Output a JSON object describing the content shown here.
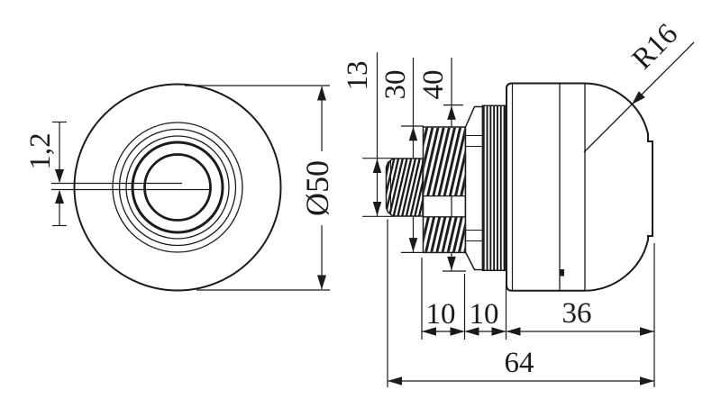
{
  "drawing": {
    "background": "#ffffff",
    "line_color": "#1b1b1b",
    "views": {
      "front": {
        "dims": {
          "slot_width": {
            "label": "1,2",
            "value": 1.2
          },
          "outer_diameter": {
            "label": "Ø50",
            "value": 50
          }
        }
      },
      "side": {
        "dims": {
          "stem_diameter": {
            "label": "13",
            "value": 13
          },
          "thread_diameter": {
            "label": "30",
            "value": 30
          },
          "knurl_diameter": {
            "label": "40",
            "value": 40
          },
          "dome_radius": {
            "label": "R16",
            "value": 16
          },
          "thread_length": {
            "label": "10",
            "value": 10
          },
          "knurl_length": {
            "label": "10",
            "value": 10
          },
          "body_length": {
            "label": "36",
            "value": 36
          },
          "overall_length": {
            "label": "64",
            "value": 64
          }
        }
      }
    }
  }
}
